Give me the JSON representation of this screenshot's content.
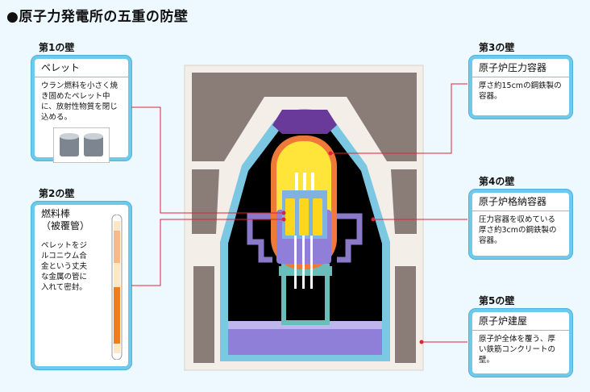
{
  "title": "●原子力発電所の五重の防壁",
  "walls": [
    {
      "label": "第1の壁",
      "heading": "ペレット",
      "text": "ウラン燃料を小さく焼き固めたペレット中に、放射性物質を閉じ込める。"
    },
    {
      "label": "第2の壁",
      "heading": "燃料棒\n（被覆管）",
      "text": "ペレットをジルコニウム合金という丈夫な金属の管に入れて密封。"
    },
    {
      "label": "第3の壁",
      "heading": "原子炉圧力容器",
      "text": "厚さ約15cmの鋼鉄製の容器。"
    },
    {
      "label": "第4の壁",
      "heading": "原子炉格納容器",
      "text": "圧力容器を収めている厚さ約3cmの鋼鉄製の容器。"
    },
    {
      "label": "第5の壁",
      "heading": "原子炉建屋",
      "text": "原子炉全体を覆う、厚い鉄筋コンクリートの壁。"
    }
  ],
  "colors": {
    "card": "#6ec9ec",
    "leader": "#e0213a",
    "background": "#eef9ff"
  }
}
